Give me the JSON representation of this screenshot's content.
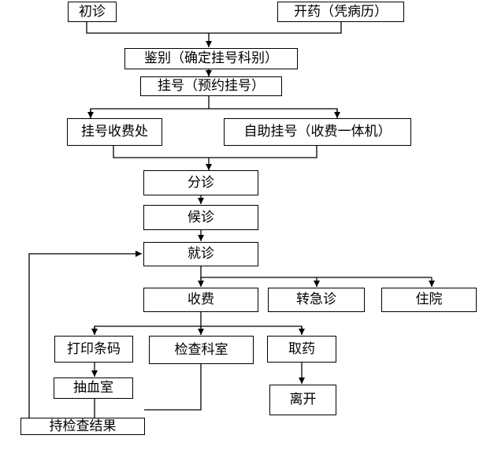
{
  "nodes": {
    "first_visit": "初诊",
    "prescribe": "开药（凭病历）",
    "triage": "鉴别（确定挂号科别）",
    "register": "挂号（预约挂号）",
    "reg_counter": "挂号收费处",
    "self_service": "自助挂号（收费一体机）",
    "dispatch": "分诊",
    "waiting": "候诊",
    "consult": "就诊",
    "payment": "收费",
    "emergency": "转急诊",
    "hospitalize": "住院",
    "print_barcode": "打印条码",
    "exam_dept": "检查科室",
    "get_medicine": "取药",
    "blood_room": "抽血室",
    "leave": "离开",
    "await_results": "持检查结果"
  }
}
